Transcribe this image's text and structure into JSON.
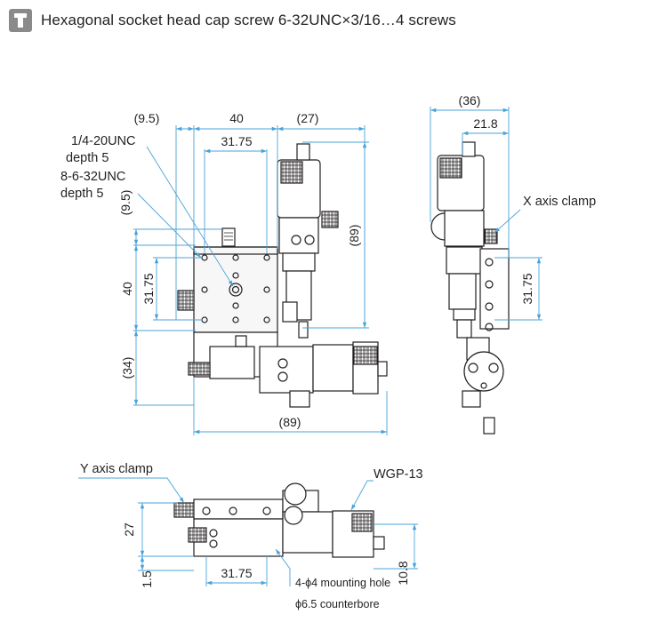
{
  "header": {
    "icon": "hex-socket-screw-icon",
    "title": "Hexagonal socket head cap screw 6-32UNC×3/16…4 screws"
  },
  "top_view": {
    "dim_9_5_top": "(9.5)",
    "dim_40_top": "40",
    "dim_27_top": "(27)",
    "dim_31_75_top": "31.75",
    "dim_9_5_left": "(9.5)",
    "dim_89_right": "(89)",
    "dim_40_left": "40",
    "dim_31_75_left": "31.75",
    "dim_34_left": "(34)",
    "dim_89_bottom": "(89)",
    "callout_tap1_line1": "1/4-20UNC",
    "callout_tap1_line2": "depth 5",
    "callout_tap2_line1": "8-6-32UNC",
    "callout_tap2_line2": "depth 5"
  },
  "side_view": {
    "dim_36": "(36)",
    "dim_21_8": "21.8",
    "dim_31_75": "31.75",
    "x_clamp_label": "X axis clamp"
  },
  "front_view": {
    "y_clamp_label": "Y axis clamp",
    "model_label": "WGP-13",
    "dim_27": "27",
    "dim_1_5": "1.5",
    "dim_31_75": "31.75",
    "dim_10_8": "10.8",
    "mount_hole_line1": "4-ϕ4 mounting hole",
    "mount_hole_line2": "ϕ6.5 counterbore"
  },
  "colors": {
    "line": "#231f20",
    "leader": "#4aa3d8",
    "icon": "#8a8a8a"
  }
}
